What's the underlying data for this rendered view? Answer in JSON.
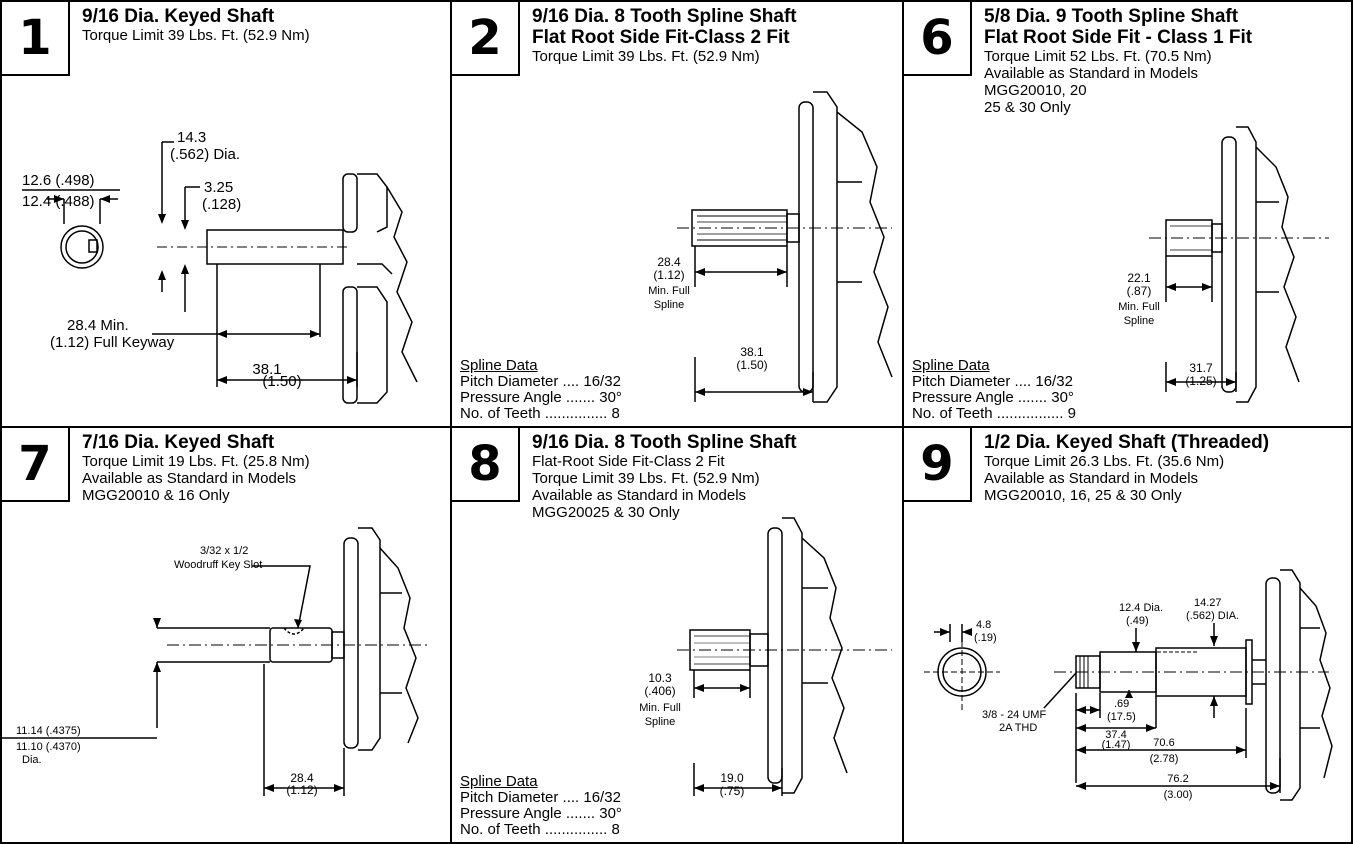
{
  "panels": [
    {
      "number": "1",
      "title_lines": [
        "9/16 Dia. Keyed Shaft"
      ],
      "sub_lines": [
        "Torque Limit 39 Lbs. Ft. (52.9 Nm)"
      ],
      "dims": {
        "d1a": "14.3",
        "d1b": "(.562)  Dia.",
        "d2a": "12.6 (.498)",
        "d2b": "12.4 (.488)",
        "d3a": "3.25",
        "d3b": "(.128)",
        "d4a": "28.4 Min.",
        "d4b": "(1.12) Full Keyway",
        "d5a": "38.1",
        "d5b": "(1.50)"
      }
    },
    {
      "number": "2",
      "title_lines": [
        "9/16 Dia. 8 Tooth Spline Shaft",
        "Flat Root Side Fit-Class 2 Fit"
      ],
      "sub_lines": [
        "Torque Limit 39 Lbs. Ft. (52.9 Nm)"
      ],
      "dims": {
        "d1a": "28.4",
        "d1b": "(1.12)",
        "d1c": "Min. Full",
        "d1d": "Spline",
        "d2a": "38.1",
        "d2b": "(1.50)"
      },
      "spline": {
        "heading": "Spline Data",
        "rows": [
          "Pitch Diameter .... 16/32",
          "Pressure Angle ....... 30°",
          "No. of Teeth ............... 8"
        ]
      }
    },
    {
      "number": "6",
      "title_lines": [
        "5/8 Dia. 9 Tooth Spline Shaft",
        "Flat Root Side Fit - Class 1 Fit"
      ],
      "sub_lines": [
        "Torque Limit 52 Lbs. Ft. (70.5 Nm)",
        "Available as Standard in Models",
        "MGG20010, 20",
        "25 & 30 Only"
      ],
      "dims": {
        "d1a": "22.1",
        "d1b": "(.87)",
        "d1c": "Min. Full",
        "d1d": "Spline",
        "d2a": "31.7",
        "d2b": "(1.25)"
      },
      "spline": {
        "heading": "Spline Data",
        "rows": [
          "Pitch Diameter .... 16/32",
          "Pressure Angle ....... 30°",
          "No. of Teeth ................ 9"
        ]
      }
    },
    {
      "number": "7",
      "title_lines": [
        "7/16 Dia. Keyed Shaft"
      ],
      "sub_lines": [
        "Torque Limit 19 Lbs. Ft. (25.8 Nm)",
        "Available as Standard in Models",
        "MGG20010 & 16 Only"
      ],
      "dims": {
        "d1a": "3/32 x 1/2",
        "d1b": "Woodruff Key Slot",
        "d2a": "11.14 (.4375)",
        "d2b": "11.10 (.4370)",
        "d2c": "Dia.",
        "d3a": "28.4",
        "d3b": "(1.12)"
      }
    },
    {
      "number": "8",
      "title_lines": [
        "9/16 Dia. 8 Tooth Spline Shaft"
      ],
      "sub_lines": [
        "Flat-Root Side Fit-Class 2 Fit",
        "Torque Limit 39 Lbs. Ft. (52.9 Nm)",
        "Available as Standard in Models",
        "MGG20025 & 30 Only"
      ],
      "dims": {
        "d1a": "10.3",
        "d1b": "(.406)",
        "d1c": "Min. Full",
        "d1d": "Spline",
        "d2a": "19.0",
        "d2b": "(.75)"
      },
      "spline": {
        "heading": "Spline Data",
        "rows": [
          "Pitch Diameter .... 16/32",
          "Pressure Angle ....... 30°",
          "No. of Teeth ............... 8"
        ]
      }
    },
    {
      "number": "9",
      "title_lines": [
        "1/2 Dia. Keyed Shaft  (Threaded)"
      ],
      "sub_lines": [
        "Torque Limit 26.3 Lbs. Ft. (35.6 Nm)",
        "Available as Standard in Models",
        "MGG20010, 16, 25 & 30 Only"
      ],
      "dims": {
        "d1a": "4.8",
        "d1b": "(.19)",
        "d2a": "12.4 Dia.",
        "d2b": "(.49)",
        "d3a": "14.27",
        "d3b": "(.562) DIA.",
        "d4a": "3/8 - 24 UMF",
        "d4b": "2A THD",
        "d5a": ".69",
        "d5b": "(17.5)",
        "d6a": "37.4",
        "d6b": "(1.47)",
        "d7a": "70.6",
        "d7b": "(2.78)",
        "d8a": "76.2",
        "d8b": "(3.00)"
      }
    }
  ]
}
